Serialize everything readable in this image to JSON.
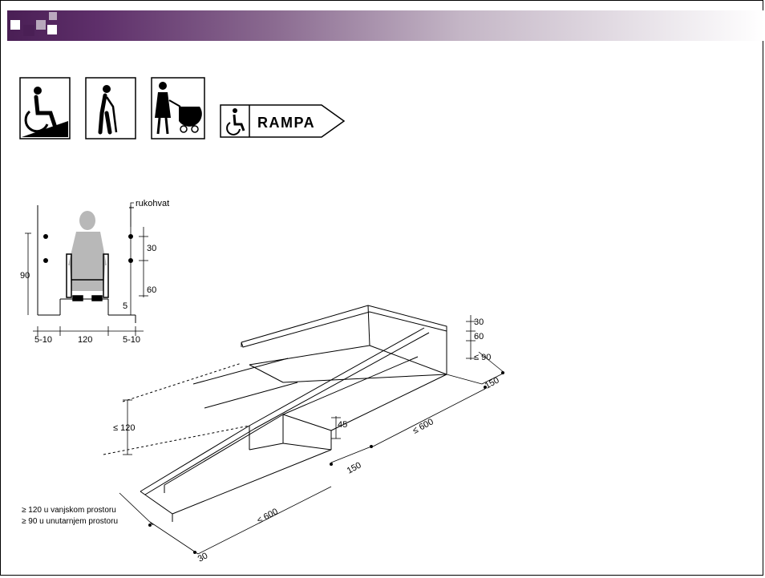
{
  "sign": {
    "label": "RAMPA"
  },
  "cross_section": {
    "handrail_label": "rukohvat",
    "dim_90": "90",
    "dim_30": "30",
    "dim_60": "60",
    "dim_5": "5",
    "dim_left_gap": "5-10",
    "dim_width": "120",
    "dim_right_gap": "5-10"
  },
  "ramp": {
    "top_30": "30",
    "top_60": "60",
    "top_90": "≤ 90",
    "landing_150_top": "150",
    "run_600_upper": "≤ 600",
    "height_45": "45",
    "landing_150_mid": "150",
    "height_120": "≤ 120",
    "run_600_lower": "≤ 600",
    "bottom_30": "30",
    "width_note_1": "≥ 120 u vanjskom prostoru",
    "width_note_2": "≥ 90 u unutarnjem prostoru"
  },
  "colors": {
    "header_dark": "#4a1f55",
    "line": "#000000",
    "figure_gray": "#b8b8b8"
  },
  "icons": [
    "wheelchair-ramp-icon",
    "elderly-cane-icon",
    "stroller-icon",
    "wheelchair-small-icon"
  ]
}
